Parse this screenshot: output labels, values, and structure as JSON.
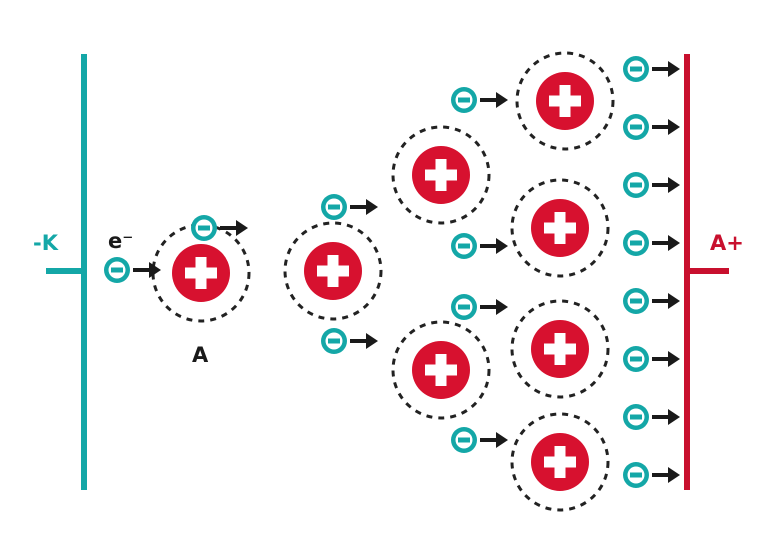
{
  "labels": {
    "cathode": "-K",
    "anode": "A+",
    "electron": "e⁻",
    "atom": "A"
  },
  "colors": {
    "cathode": "#14a7a7",
    "anode": "#c8102e",
    "ion_fill": "#d7112f",
    "electron_fill": "#14a7a7",
    "arrow": "#1a1a1a",
    "ring": "#222222"
  },
  "icons": {
    "ion": "plus-in-circle-icon",
    "electron": "minus-in-circle-icon",
    "arrow": "arrow-right-icon"
  }
}
